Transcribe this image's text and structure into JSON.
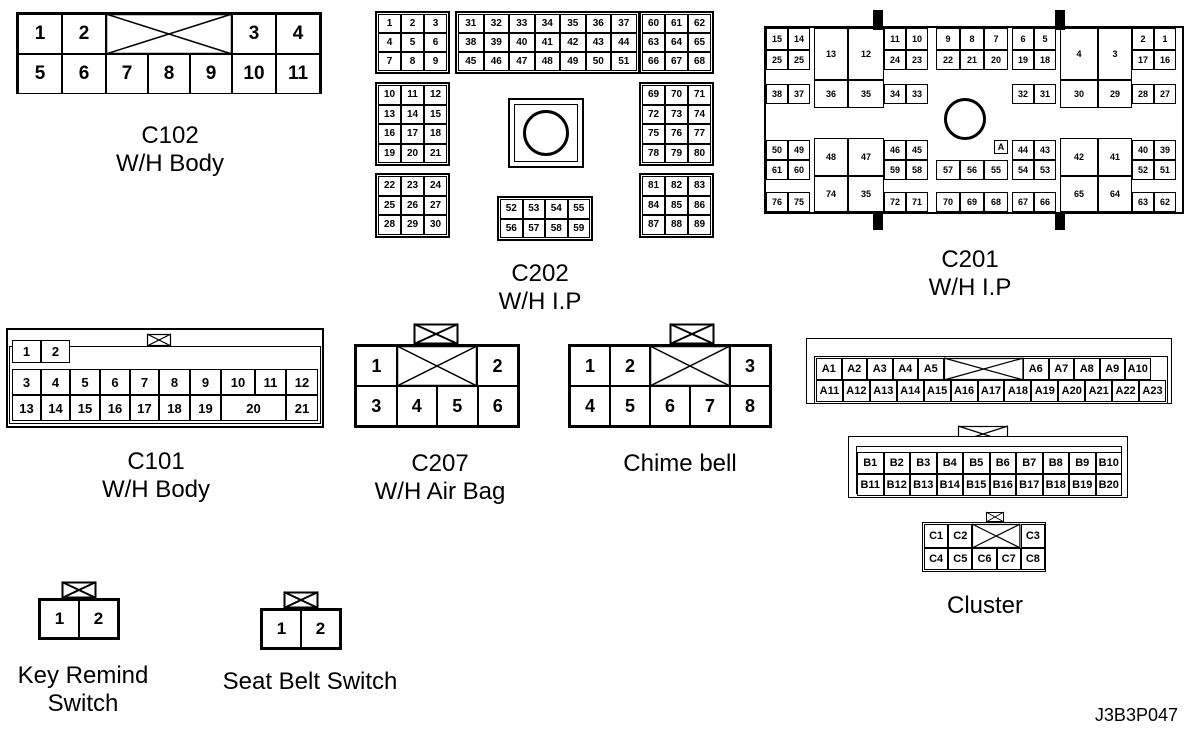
{
  "labels": {
    "c102": {
      "code": "C102",
      "desc": "W/H Body"
    },
    "c202": {
      "code": "C202",
      "desc": "W/H I.P"
    },
    "c201": {
      "code": "C201",
      "desc": "W/H I.P"
    },
    "c101": {
      "code": "C101",
      "desc": "W/H Body"
    },
    "c207": {
      "code": "C207",
      "desc": "W/H Air Bag"
    },
    "chime": {
      "desc": "Chime bell"
    },
    "cluster": {
      "desc": "Cluster"
    },
    "key_remind": {
      "line1": "Key Remind",
      "line2": "Switch"
    },
    "seat_belt": {
      "desc": "Seat Belt Switch"
    },
    "figure_code": "J3B3P047"
  },
  "c102": {
    "top": [
      "1",
      "2",
      "3",
      "4"
    ],
    "bottom": [
      "5",
      "6",
      "7",
      "8",
      "9",
      "10",
      "11"
    ]
  },
  "c202": {
    "tl": [
      [
        "1",
        "2",
        "3"
      ],
      [
        "4",
        "5",
        "6"
      ],
      [
        "7",
        "8",
        "9"
      ]
    ],
    "tm": [
      [
        "31",
        "32",
        "33",
        "34",
        "35",
        "36",
        "37"
      ],
      [
        "38",
        "39",
        "40",
        "41",
        "42",
        "43",
        "44"
      ],
      [
        "45",
        "46",
        "47",
        "48",
        "49",
        "50",
        "51"
      ]
    ],
    "tr": [
      [
        "60",
        "61",
        "62"
      ],
      [
        "63",
        "64",
        "65"
      ],
      [
        "66",
        "67",
        "68"
      ]
    ],
    "ml": [
      [
        "10",
        "11",
        "12"
      ],
      [
        "13",
        "14",
        "15"
      ],
      [
        "16",
        "17",
        "18"
      ],
      [
        "19",
        "20",
        "21"
      ]
    ],
    "mr": [
      [
        "69",
        "70",
        "71"
      ],
      [
        "72",
        "73",
        "74"
      ],
      [
        "75",
        "76",
        "77"
      ],
      [
        "78",
        "79",
        "80"
      ]
    ],
    "bl": [
      [
        "22",
        "23",
        "24"
      ],
      [
        "25",
        "26",
        "27"
      ],
      [
        "28",
        "29",
        "30"
      ]
    ],
    "bm": [
      [
        "52",
        "53",
        "54",
        "55"
      ],
      [
        "56",
        "57",
        "58",
        "59"
      ]
    ],
    "br": [
      [
        "81",
        "82",
        "83"
      ],
      [
        "84",
        "85",
        "86"
      ],
      [
        "87",
        "88",
        "89"
      ]
    ]
  },
  "c201": {
    "top": [
      {
        "r1": [
          "15",
          "14"
        ],
        "r2": [
          "25",
          "25"
        ],
        "r3": [
          "38",
          "37"
        ]
      },
      {
        "tall": [
          "13",
          "36"
        ]
      },
      {
        "tall": [
          "12",
          "35"
        ]
      },
      {
        "r1": [
          "11",
          "10"
        ],
        "r2": [
          "24",
          "23"
        ],
        "r3": [
          "34",
          "33"
        ]
      },
      {
        "r1": [
          "9",
          "8",
          "7"
        ],
        "r2": [
          "22",
          "21",
          "20"
        ]
      },
      {
        "r1": [
          "6",
          "5"
        ],
        "r2": [
          "19",
          "18"
        ],
        "r3": [
          "32",
          "31"
        ]
      },
      {
        "tall": [
          "4",
          "30"
        ]
      },
      {
        "tall": [
          "3",
          "29"
        ]
      },
      {
        "r1": [
          "2",
          "1"
        ],
        "r2": [
          "17",
          "16"
        ],
        "r3": [
          "28",
          "27"
        ]
      }
    ],
    "bottom": [
      {
        "r1": [
          "50",
          "49"
        ],
        "r2": [
          "61",
          "60"
        ],
        "r3": [
          "76",
          "75"
        ]
      },
      {
        "tall": [
          "48",
          "74"
        ]
      },
      {
        "tall": [
          "47",
          "35"
        ]
      },
      {
        "r1": [
          "46",
          "45"
        ],
        "r2": [
          "59",
          "58"
        ],
        "r3": [
          "72",
          "71"
        ]
      },
      {
        "r2": [
          "57",
          "56",
          "55"
        ],
        "r3": [
          "70",
          "69",
          "68"
        ]
      },
      {
        "r1": [
          "44",
          "43"
        ],
        "r2": [
          "54",
          "53"
        ],
        "r3": [
          "67",
          "66"
        ]
      },
      {
        "tall": [
          "42",
          "65"
        ]
      },
      {
        "tall": [
          "41",
          "64"
        ]
      },
      {
        "r1": [
          "40",
          "39"
        ],
        "r2": [
          "52",
          "51"
        ],
        "r3": [
          "63",
          "62"
        ]
      }
    ],
    "center_mark": "A"
  },
  "c101": {
    "r1": [
      "1",
      "2"
    ],
    "r2": [
      "3",
      "4",
      "5",
      "6",
      "7",
      "8",
      "9",
      "10",
      "11",
      "12"
    ],
    "r3": [
      "13",
      "14",
      "15",
      "16",
      "17",
      "18",
      "19",
      "20",
      "21"
    ]
  },
  "c207": {
    "top": [
      "1",
      "2"
    ],
    "bottom": [
      "3",
      "4",
      "5",
      "6"
    ]
  },
  "chime": {
    "top": [
      "1",
      "2",
      "3"
    ],
    "bottom": [
      "4",
      "5",
      "6",
      "7",
      "8"
    ]
  },
  "cluster": {
    "a_top": [
      "A1",
      "A2",
      "A3",
      "A4",
      "A5",
      "A6",
      "A7",
      "A8",
      "A9",
      "A10"
    ],
    "a_bot": [
      "A11",
      "A12",
      "A13",
      "A14",
      "A15",
      "A16",
      "A17",
      "A18",
      "A19",
      "A20",
      "A21",
      "A22",
      "A23"
    ],
    "b_top": [
      "B1",
      "B2",
      "B3",
      "B4",
      "B5",
      "B6",
      "B7",
      "B8",
      "B9",
      "B10"
    ],
    "b_bot": [
      "B11",
      "B12",
      "B13",
      "B14",
      "B15",
      "B16",
      "B17",
      "B18",
      "B19",
      "B20"
    ],
    "c_top": [
      "C1",
      "C2",
      "C3"
    ],
    "c_bot": [
      "C4",
      "C5",
      "C6",
      "C7",
      "C8"
    ]
  },
  "key_remind": [
    "1",
    "2"
  ],
  "seat_belt": [
    "1",
    "2"
  ]
}
